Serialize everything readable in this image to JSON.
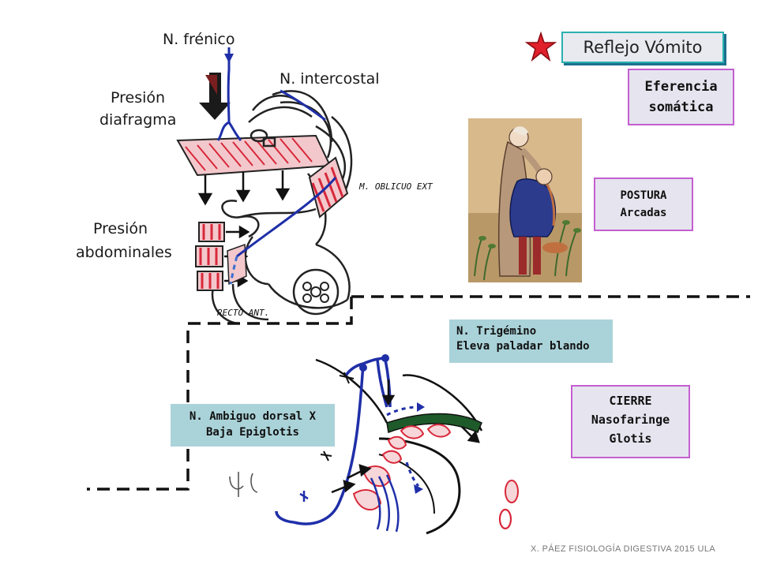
{
  "title": "Reflejo Vómito",
  "labels": {
    "frenico": "N. frénico",
    "intercostal": "N. intercostal",
    "presion_diafragma_1": "Presión",
    "presion_diafragma_2": "diafragma",
    "presion_abdominales_1": "Presión",
    "presion_abdominales_2": "abdominales",
    "oblicuo": "M. OBLICUO EXT",
    "recto": "RECTO ANT."
  },
  "boxes": {
    "eferencia_1": "Eferencia",
    "eferencia_2": "somática",
    "postura_1": "POSTURA",
    "postura_2": "Arcadas",
    "trigemino_1": "N. Trigémino",
    "trigemino_2": "Eleva paladar blando",
    "ambiguo_1": "N. Ambiguo dorsal X",
    "ambiguo_2": "Baja Epiglotis",
    "cierre_1": "CIERRE",
    "cierre_2": "Nasofaringe",
    "cierre_3": "Glotis"
  },
  "footer": "X. PÁEZ  FISIOLOGÍA DIGESTIVA 2015 ULA",
  "colors": {
    "nerve": "#1f2fa8",
    "muscle": "#d8283a",
    "accent_star": "#e0202a",
    "title_border": "#2ab0b0",
    "box_border": "#c45fd0",
    "teal_box": "#aad3d9"
  },
  "icons": {
    "star": "star-icon"
  }
}
